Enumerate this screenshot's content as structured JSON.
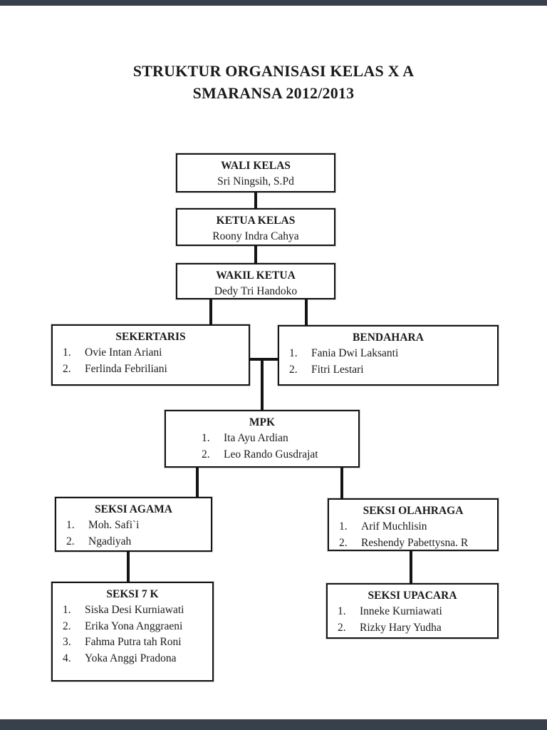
{
  "title": {
    "line1": "STRUKTUR ORGANISASI KELAS X A",
    "line2": "SMARANSA 2012/2013"
  },
  "colors": {
    "letterbox": "#37404b",
    "line": "#141414",
    "ink": "#1a1a1a",
    "page_bg": "#ffffff"
  },
  "boxes": [
    {
      "id": "wali-kelas",
      "title": "WALI KELAS",
      "numbered": false,
      "members": [
        "Sri Ningsih, S.Pd"
      ]
    },
    {
      "id": "ketua-kelas",
      "title": "KETUA KELAS",
      "numbered": false,
      "members": [
        "Roony Indra Cahya"
      ]
    },
    {
      "id": "wakil-ketua",
      "title": "WAKIL KETUA",
      "numbered": false,
      "members": [
        "Dedy Tri Handoko"
      ]
    },
    {
      "id": "sekertaris",
      "title": "SEKERTARIS",
      "numbered": true,
      "members": [
        "Ovie Intan Ariani",
        "Ferlinda Febriliani"
      ]
    },
    {
      "id": "bendahara",
      "title": "BENDAHARA",
      "numbered": true,
      "members": [
        "Fania Dwi Laksanti",
        "Fitri Lestari"
      ]
    },
    {
      "id": "mpk",
      "title": "MPK",
      "numbered": true,
      "members": [
        "Ita Ayu Ardian",
        "Leo Rando Gusdrajat"
      ]
    },
    {
      "id": "seksi-agama",
      "title": "SEKSI AGAMA",
      "numbered": true,
      "members": [
        "Moh. Safi`i",
        "Ngadiyah"
      ]
    },
    {
      "id": "seksi-olahraga",
      "title": "SEKSI OLAHRAGA",
      "numbered": true,
      "members": [
        "Arif Muchlisin",
        "Reshendy Pabettysna. R"
      ]
    },
    {
      "id": "seksi-7k",
      "title": "SEKSI 7 K",
      "numbered": true,
      "members": [
        "Siska Desi Kurniawati",
        "Erika Yona Anggraeni",
        "Fahma Putra tah Roni",
        "Yoka Anggi Pradona"
      ]
    },
    {
      "id": "seksi-upacara",
      "title": "SEKSI UPACARA",
      "numbered": true,
      "members": [
        "Inneke Kurniawati",
        "Rizky Hary Yudha"
      ]
    }
  ]
}
